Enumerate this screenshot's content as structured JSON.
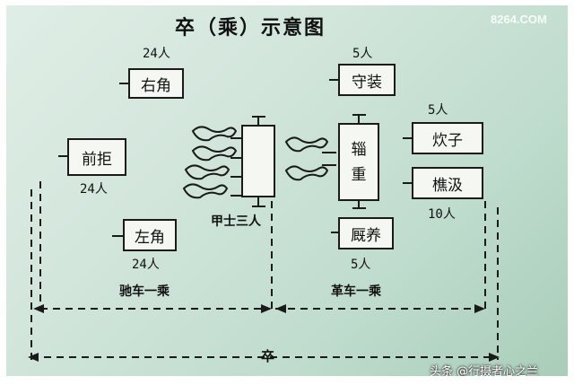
{
  "title": "卒（乘）示意图",
  "watermark": "8264.COM",
  "credit": "头条 @行摄者心之兰",
  "units": {
    "you_jiao": {
      "label": "右角",
      "count": "24人"
    },
    "qian_ju": {
      "label": "前拒",
      "count": "24人"
    },
    "zuo_jiao": {
      "label": "左角",
      "count": "24人"
    },
    "shou_zhuang": {
      "label": "守装",
      "count": "5人"
    },
    "zi_zhong": {
      "chars": [
        "辎",
        "重"
      ]
    },
    "chui_zi": {
      "label": "炊子",
      "count": "5人"
    },
    "qiao_ji": {
      "label": "樵汲",
      "count": "10人"
    },
    "jiu_yang": {
      "label": "厩养",
      "count": "5人"
    }
  },
  "chariot_crew": "甲士三人",
  "chi_che": "驰车一乘",
  "ge_che": "革车一乘",
  "zu": "卒",
  "colors": {
    "background": "#cfe4d8",
    "ink": "#1a1a1a",
    "box": "#f4f7f2"
  }
}
